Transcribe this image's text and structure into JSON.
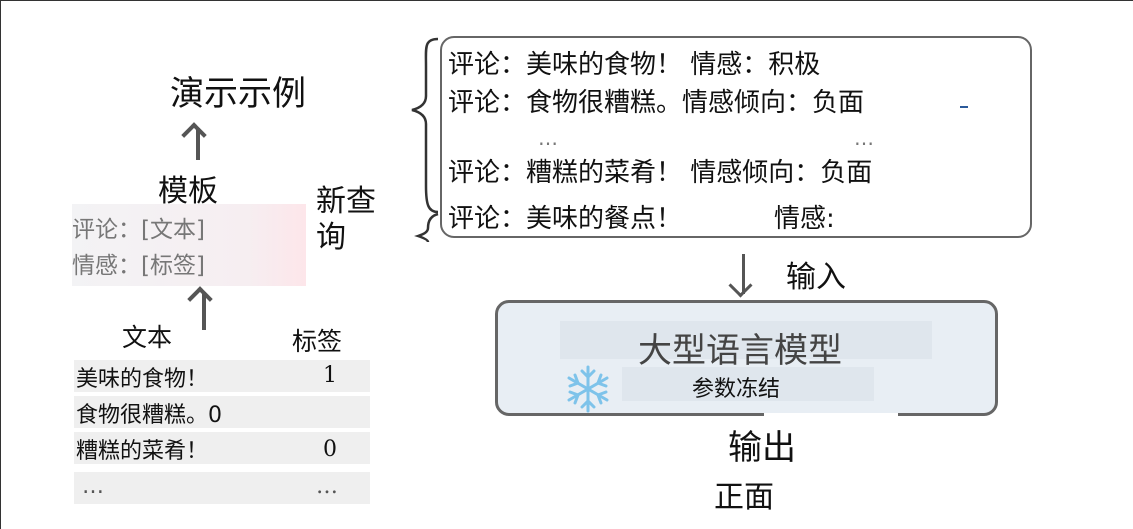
{
  "demo_label": "演示示例",
  "template": {
    "heading": "模板",
    "line1": "评论：[文本]",
    "line2": "情感：[标签]"
  },
  "new_query_label": {
    "line1": "新查",
    "line2": "询"
  },
  "table": {
    "header_text": "文本",
    "header_label": "标签",
    "rows": [
      {
        "text": "美味的食物！",
        "label": "1"
      },
      {
        "text": "食物很糟糕。0",
        "label": ""
      },
      {
        "text": "糟糕的菜肴！",
        "label": "0"
      },
      {
        "text": "…",
        "label": "…"
      }
    ]
  },
  "prompt": {
    "lines": [
      "评论：美味的食物！ 情感：积极",
      "评论：食物很糟糕。情感倾向：负面",
      "评论：糟糕的菜肴！ 情感倾向：负面"
    ],
    "dots": [
      "…",
      "…"
    ],
    "query_review": "评论：美味的餐点！",
    "query_sentiment": "情感:"
  },
  "input_label": "输入",
  "llm": {
    "title": "大型语言模型",
    "subtitle": "参数冻结",
    "icon": "snowflake-icon",
    "icon_color": "#7ec3ea"
  },
  "output_label": "输出",
  "result_label": "正面"
}
